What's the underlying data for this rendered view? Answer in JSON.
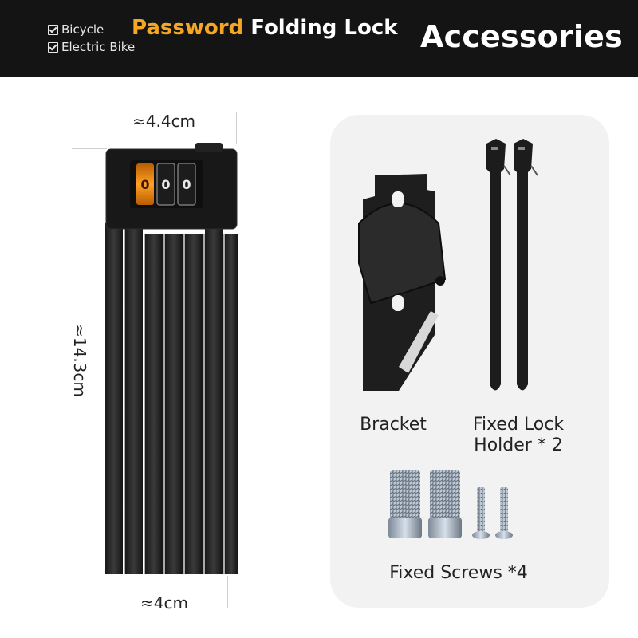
{
  "header": {
    "features": [
      "Bicycle",
      "Electric Bike"
    ],
    "title_accent": "Password",
    "title_rest": "Folding Lock",
    "right_title": "Accessories",
    "accent_color": "#f5a623",
    "background_color": "#141414"
  },
  "lock": {
    "width_top": "≈4.4cm",
    "height": "≈14.3cm",
    "width_bottom": "≈4cm",
    "code_digits": [
      "0",
      "0",
      "0"
    ]
  },
  "accessories": {
    "bracket_label": "Bracket",
    "holder_label_line1": "Fixed Lock",
    "holder_label_line2": "Holder * 2",
    "screws_label": "Fixed Screws *4"
  }
}
